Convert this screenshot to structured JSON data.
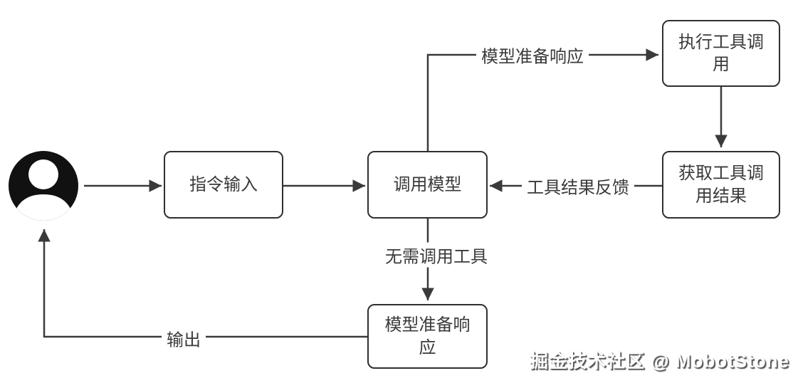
{
  "diagram": {
    "nodes": {
      "user": {
        "icon": "user-avatar"
      },
      "instruction_input": {
        "label": "指令输入"
      },
      "call_model": {
        "label": "调用模型"
      },
      "execute_tool_call": {
        "label": "执行工具调\n用"
      },
      "get_tool_result": {
        "label": "获取工具调\n用结果"
      },
      "model_prepare_response": {
        "label": "模型准备响\n应"
      }
    },
    "edges": [
      {
        "from": "user",
        "to": "instruction_input",
        "label": ""
      },
      {
        "from": "instruction_input",
        "to": "call_model",
        "label": ""
      },
      {
        "from": "call_model",
        "to": "execute_tool_call",
        "label": "模型准备响应"
      },
      {
        "from": "execute_tool_call",
        "to": "get_tool_result",
        "label": ""
      },
      {
        "from": "get_tool_result",
        "to": "call_model",
        "label": "工具结果反馈"
      },
      {
        "from": "call_model",
        "to": "model_prepare_response",
        "label": "无需调用工具"
      },
      {
        "from": "model_prepare_response",
        "to": "user",
        "label": "输出"
      }
    ],
    "watermark": "掘金技术社区 @ MobotStone",
    "colors": {
      "line": "#3a3a3a",
      "box_border": "#2f2f2f",
      "box_fill": "#ffffff",
      "text": "#3a3a3a",
      "icon": "#111111"
    }
  }
}
